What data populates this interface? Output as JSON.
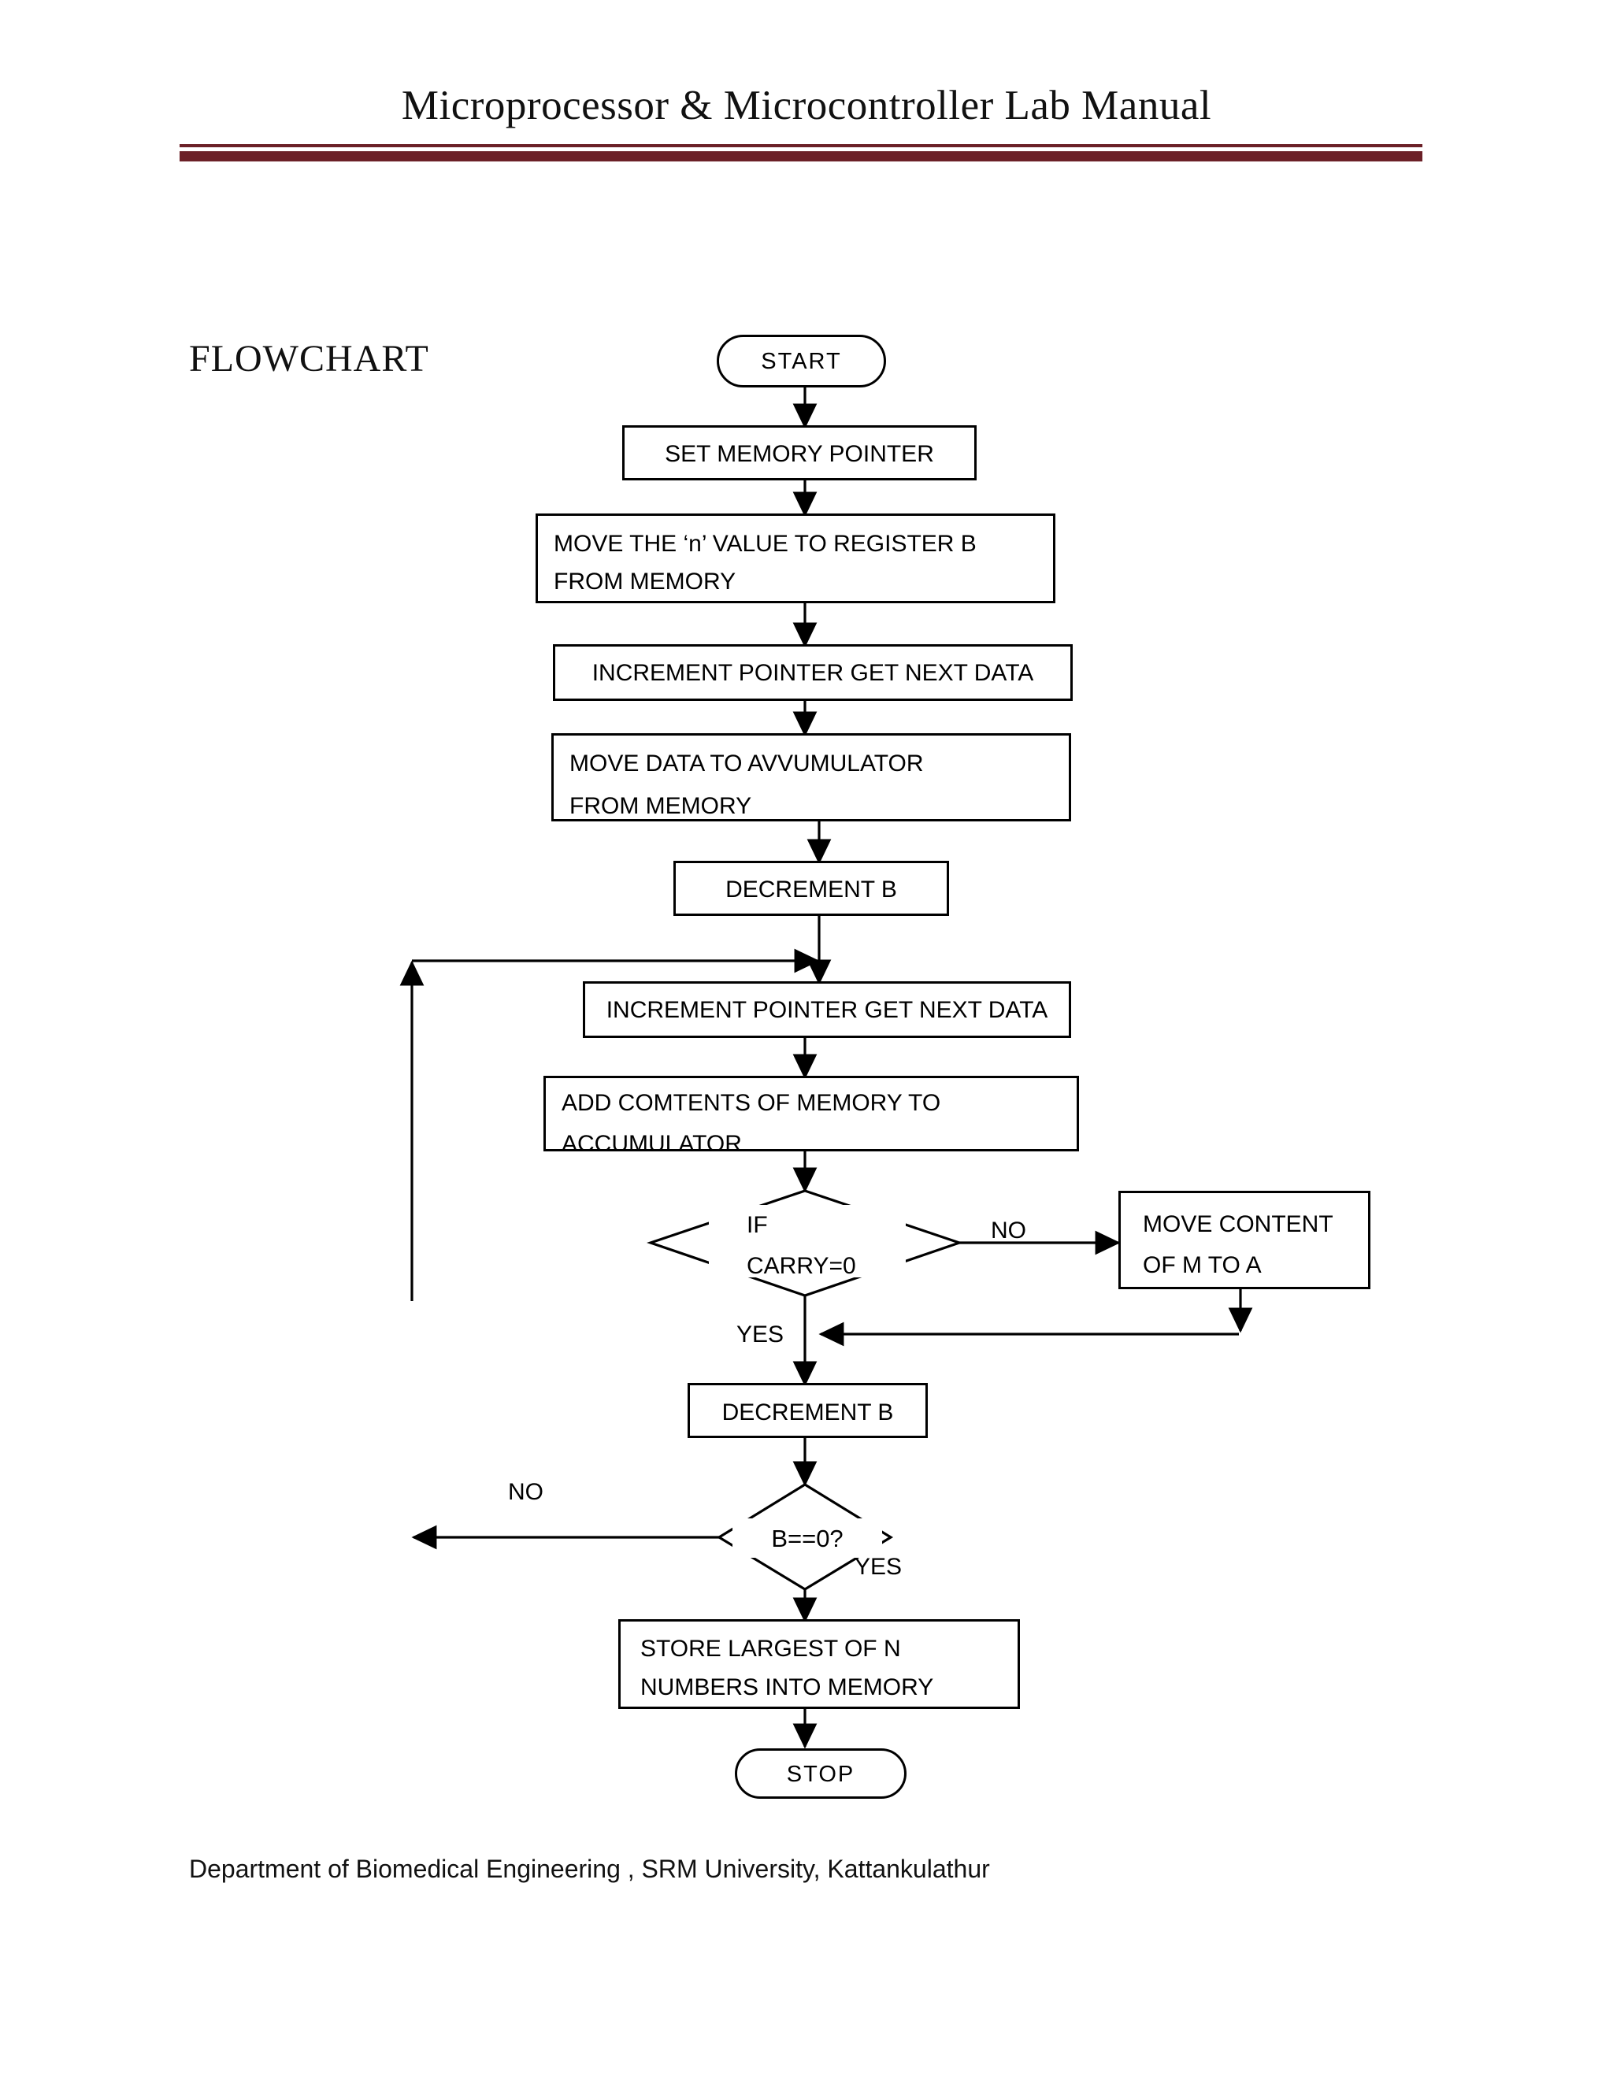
{
  "header": {
    "title": "Microprocessor & Microcontroller Lab Manual",
    "rule_color": "#6b2027"
  },
  "section": {
    "label": "FLOWCHART"
  },
  "flowchart": {
    "nodes": [
      {
        "id": "start",
        "shape": "terminator",
        "lines": [
          "START"
        ]
      },
      {
        "id": "set-ptr",
        "shape": "process",
        "lines": [
          "SET MEMORY POINTER"
        ]
      },
      {
        "id": "move-n",
        "shape": "process",
        "lines": [
          "MOVE THE ‘n’ VALUE TO REGISTER B",
          "FROM MEMORY"
        ]
      },
      {
        "id": "inc-ptr-1",
        "shape": "process",
        "lines": [
          "INCREMENT POINTER GET NEXT DATA"
        ]
      },
      {
        "id": "move-acc",
        "shape": "process",
        "lines": [
          "MOVE DATA TO AVVUMULATOR",
          "FROM MEMORY"
        ]
      },
      {
        "id": "dec-b-1",
        "shape": "process",
        "lines": [
          "DECREMENT B"
        ]
      },
      {
        "id": "inc-ptr-2",
        "shape": "process",
        "lines": [
          "INCREMENT POINTER GET NEXT DATA"
        ]
      },
      {
        "id": "add-mem",
        "shape": "process",
        "lines": [
          "ADD COMTENTS OF MEMORY TO",
          "ACCUMULATOR"
        ]
      },
      {
        "id": "if-carry",
        "shape": "decision",
        "lines": [
          "IF",
          "CARRY=0"
        ]
      },
      {
        "id": "move-m-a",
        "shape": "process",
        "lines": [
          "MOVE CONTENT",
          "OF M TO A"
        ]
      },
      {
        "id": "dec-b-2",
        "shape": "process",
        "lines": [
          "DECREMENT B"
        ]
      },
      {
        "id": "b-zero",
        "shape": "decision",
        "lines": [
          "B==0?"
        ]
      },
      {
        "id": "store",
        "shape": "process",
        "lines": [
          "STORE LARGEST OF N",
          "NUMBERS INTO MEMORY"
        ]
      },
      {
        "id": "stop",
        "shape": "terminator",
        "lines": [
          "STOP"
        ]
      }
    ],
    "edge_labels": {
      "carry_no": "NO",
      "carry_yes": "YES",
      "bzero_no": "NO",
      "bzero_yes": "YES"
    }
  },
  "footer": {
    "text": "Department of Biomedical Engineering , SRM University, Kattankulathur"
  }
}
